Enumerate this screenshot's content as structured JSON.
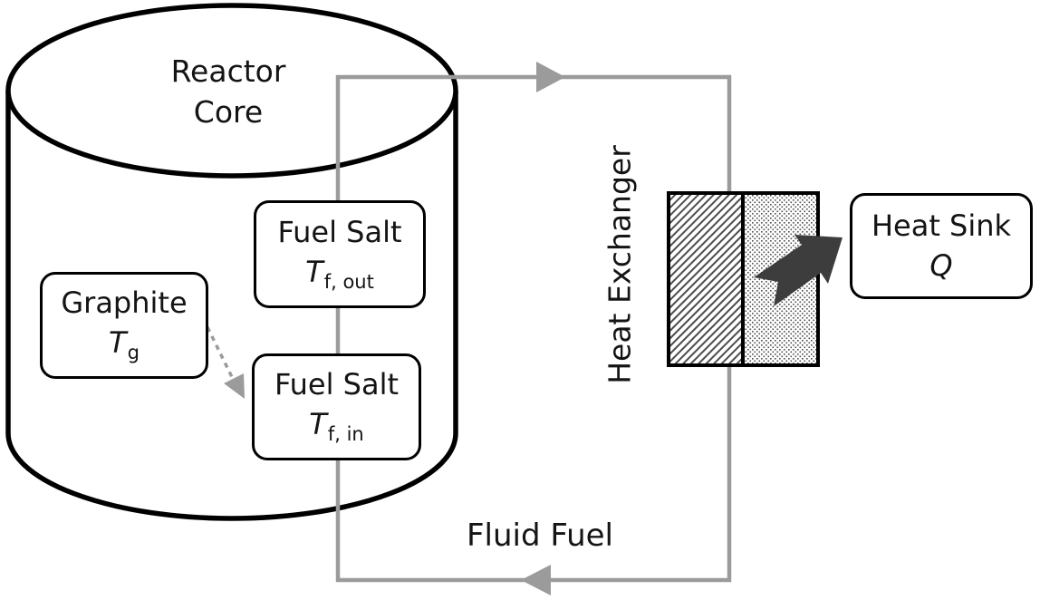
{
  "reactor": {
    "label": "Reactor Core"
  },
  "graphite": {
    "name": "Graphite",
    "var": "T",
    "sub": "g"
  },
  "fuel_salt_out": {
    "name": "Fuel Salt",
    "var": "T",
    "sub": "f, out"
  },
  "fuel_salt_in": {
    "name": "Fuel Salt",
    "var": "T",
    "sub": "f, in"
  },
  "heat_exchanger": {
    "label": "Heat Exchanger"
  },
  "heat_sink": {
    "name": "Heat Sink",
    "var": "Q"
  },
  "loop": {
    "label": "Fluid Fuel"
  },
  "colors": {
    "pipe": "#9b9b9b",
    "heat_arrow": "#3d3d3d",
    "outline": "#000000",
    "background": "#ffffff"
  }
}
